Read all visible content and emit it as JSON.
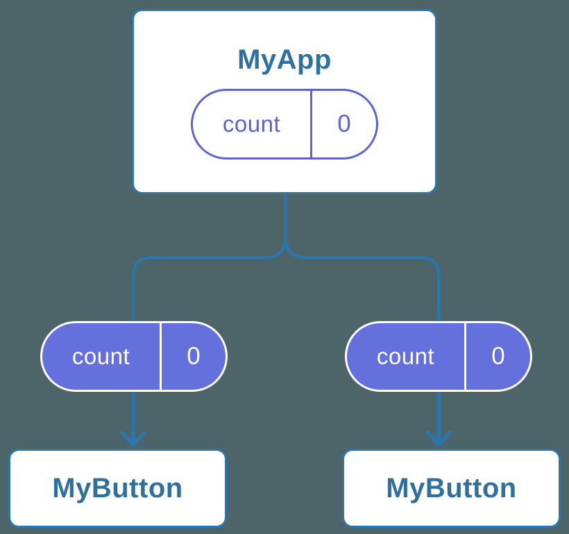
{
  "colors": {
    "background": "#4D6568",
    "connector-blue": "#2B77AD",
    "node-border-blue": "#2B77AD",
    "node-text-blue": "#30709D",
    "state-purple": "#5A61D9",
    "state-pill-fill": "#6470DC",
    "pill-text-white": "#FFFFFF",
    "node-fill": "#FFFFFF"
  },
  "tree": {
    "root": {
      "title": "MyApp",
      "state_pill": {
        "label": "count",
        "value": "0"
      }
    },
    "children": [
      {
        "title": "MyButton",
        "prop_pill": {
          "label": "count",
          "value": "0"
        }
      },
      {
        "title": "MyButton",
        "prop_pill": {
          "label": "count",
          "value": "0"
        }
      }
    ]
  }
}
